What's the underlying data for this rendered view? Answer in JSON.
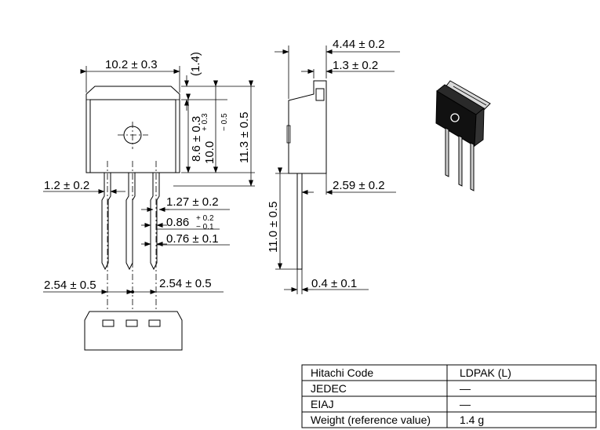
{
  "dims": {
    "body_width": "10.2 ± 0.3",
    "top_tab": "(1.4)",
    "height_86": "8.6 ± 0.3",
    "height_100": "10.0",
    "height_100_tol_plus": "+ 0.3",
    "height_100_tol_minus": "− 0.5",
    "height_113": "11.3 ± 0.5",
    "lead_left": "1.2 ± 0.2",
    "lead_127": "1.27 ± 0.2",
    "lead_086": "0.86",
    "lead_086_tol_plus": "+ 0.2",
    "lead_086_tol_minus": "− 0.1",
    "lead_076": "0.76 ± 0.1",
    "pitch_left": "2.54 ± 0.5",
    "pitch_right": "2.54 ± 0.5",
    "side_thickness": "4.44 ± 0.2",
    "side_tab": "1.3 ± 0.2",
    "side_259": "2.59 ± 0.2",
    "side_lead_len": "11.0 ± 0.5",
    "side_lead_thick": "0.4 ± 0.1"
  },
  "table": {
    "rows": [
      {
        "label": "Hitachi Code",
        "value": "LDPAK (L)"
      },
      {
        "label": "JEDEC",
        "value": "—"
      },
      {
        "label": "EIAJ",
        "value": "—"
      },
      {
        "label": "Weight (reference value)",
        "value": "1.4  g"
      }
    ]
  }
}
